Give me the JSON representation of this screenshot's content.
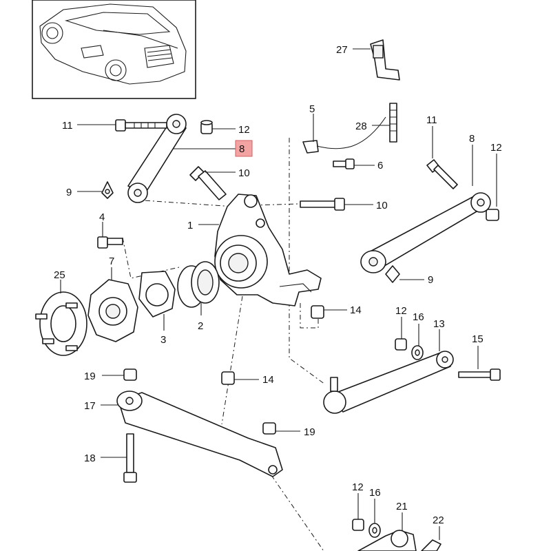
{
  "diagram": {
    "callouts": {
      "c1": "1",
      "c2": "2",
      "c3": "3",
      "c4": "4",
      "c5": "5",
      "c6": "6",
      "c7": "7",
      "c8_highlight": "8",
      "c8_right": "8",
      "c9_left": "9",
      "c9_right": "9",
      "c10_top": "10",
      "c10_mid": "10",
      "c11_left": "11",
      "c11_right": "11",
      "c12_top": "12",
      "c12_right": "12",
      "c12_mid": "12",
      "c12_bottom": "12",
      "c13": "13",
      "c14_top": "14",
      "c14_mid": "14",
      "c15": "15",
      "c16_mid": "16",
      "c16_bottom": "16",
      "c17": "17",
      "c18": "18",
      "c19_left": "19",
      "c19_right": "19",
      "c21": "21",
      "c22": "22",
      "c25": "25",
      "c27": "27",
      "c28": "28"
    },
    "highlight_color": "#f4a3a3"
  }
}
